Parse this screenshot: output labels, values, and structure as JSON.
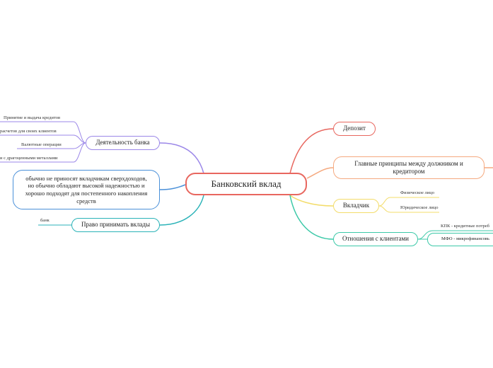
{
  "central": "Банковский вклад",
  "left": {
    "activity": {
      "label": "Деятельность банка",
      "items": [
        "Принятие и выдача кредитов",
        "расчетов для своих клиентов",
        "Валютные операции",
        "и с драгоценными металлами"
      ]
    },
    "note": "обычно не приносят вкладчикам сверхдоходов, но обычно обладают высокой надежностью и хорошо подходят для постепенного накопления средств",
    "right_to_accept": {
      "label": "Право принимать вклады",
      "items": [
        "банк"
      ]
    }
  },
  "right": {
    "deposit": {
      "label": "Депозит"
    },
    "principles": {
      "label": "Главные принципы между должником и кредитором"
    },
    "depositor": {
      "label": "Вкладчик",
      "items": [
        "Физическое лицо",
        "Юридическое лицо"
      ]
    },
    "clients": {
      "label": "Отношения с клиентами",
      "items": [
        "КПК - кредитные потреб",
        "МФО - микрофинансовь"
      ]
    }
  },
  "colors": {
    "central": "#e8675f",
    "activity": "#9b87e8",
    "note": "#4a90d9",
    "right_to_accept": "#2bb3b8",
    "deposit": "#e8675f",
    "principles": "#f5a97f",
    "depositor": "#f3dc6a",
    "clients": "#3cc9a8"
  }
}
